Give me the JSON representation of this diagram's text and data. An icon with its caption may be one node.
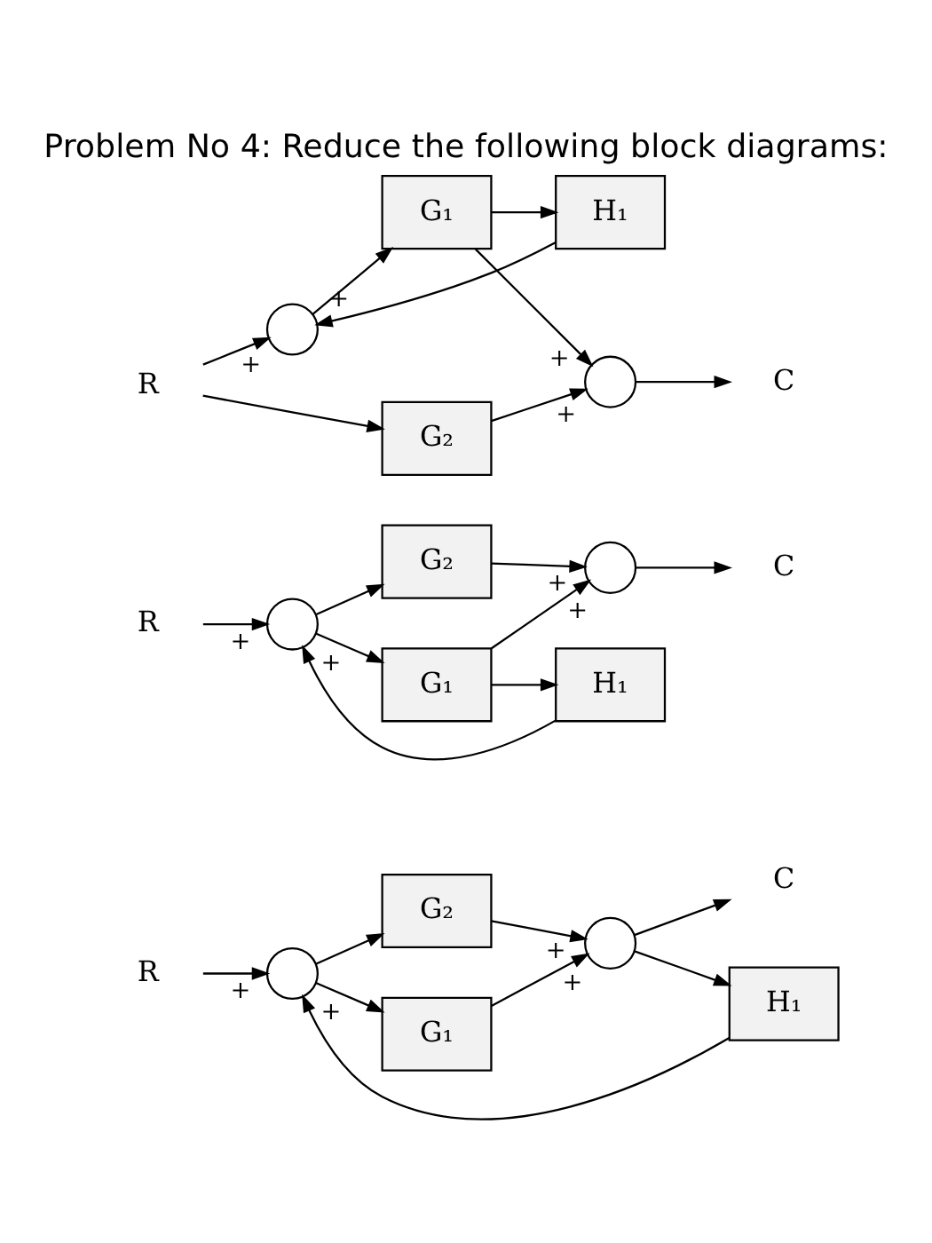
{
  "diagram": {
    "title": "Problem No 4: Reduce the following block diagrams:",
    "nodes": [
      {
        "text": [
          "R"
        ]
      },
      {
        "text": [],
        "shape": "circle"
      },
      {
        "text": [
          "G₂"
        ]
      },
      {
        "text": [
          "G₁"
        ]
      },
      {
        "text": [],
        "shape": "circle"
      },
      {
        "text": [
          "C"
        ]
      },
      {
        "text": [
          "H₁"
        ]
      },
      {
        "text": [
          "R"
        ]
      },
      {
        "text": [],
        "shape": "circle"
      },
      {
        "text": [
          "G₂"
        ]
      },
      {
        "text": [
          "G₁"
        ]
      },
      {
        "text": [],
        "shape": "circle"
      },
      {
        "text": [
          "C"
        ]
      },
      {
        "text": [
          "H₁"
        ]
      },
      {
        "text": [
          "R"
        ]
      },
      {
        "text": [],
        "shape": "circle"
      },
      {
        "text": [
          "G₂"
        ]
      },
      {
        "text": [
          "G₁"
        ]
      },
      {
        "text": [],
        "shape": "circle"
      },
      {
        "text": [
          "C"
        ]
      },
      {
        "text": [
          "H₁"
        ]
      }
    ],
    "edges": [
      {
        "from": 0,
        "to": 1,
        "arrow": "to",
        "label": "+"
      },
      {
        "from": 1,
        "to": 2,
        "arrow": "to"
      },
      {
        "from": 1,
        "to": 3,
        "arrow": "to"
      },
      {
        "from": 2,
        "to": 4,
        "arrow": "to",
        "label": "+"
      },
      {
        "from": 3,
        "to": 4,
        "arrow": "to",
        "label": "+"
      },
      {
        "from": 4,
        "to": 5,
        "arrow": "to"
      },
      {
        "from": 4,
        "to": 6,
        "arrow": "to"
      },
      {
        "from": 6,
        "to": 1,
        "arrow": "to",
        "label": "+"
      },
      {
        "from": 7,
        "to": 8,
        "arrow": "to",
        "label": "+"
      },
      {
        "from": 8,
        "to": 9,
        "arrow": "to"
      },
      {
        "from": 8,
        "to": 10,
        "arrow": "to"
      },
      {
        "from": 9,
        "to": 11,
        "arrow": "to",
        "label": "+"
      },
      {
        "from": 10,
        "to": 11,
        "arrow": "to",
        "label": "+"
      },
      {
        "from": 11,
        "to": 12,
        "arrow": "to"
      },
      {
        "from": 10,
        "to": 13,
        "arrow": "to"
      },
      {
        "from": 13,
        "to": 8,
        "arrow": "to",
        "label": "+"
      },
      {
        "from": 14,
        "to": 16,
        "arrow": "to"
      },
      {
        "from": 14,
        "to": 15,
        "arrow": "to",
        "label": "+"
      },
      {
        "from": 15,
        "to": 17,
        "arrow": "to"
      },
      {
        "from": 16,
        "to": 18,
        "arrow": "to",
        "label": "+"
      },
      {
        "from": 17,
        "to": 18,
        "arrow": "to",
        "label": "+"
      },
      {
        "from": 18,
        "to": 19,
        "arrow": "to"
      },
      {
        "from": 17,
        "to": 20,
        "arrow": "to"
      },
      {
        "from": 20,
        "to": 15,
        "arrow": "to",
        "label": "+"
      }
    ]
  }
}
